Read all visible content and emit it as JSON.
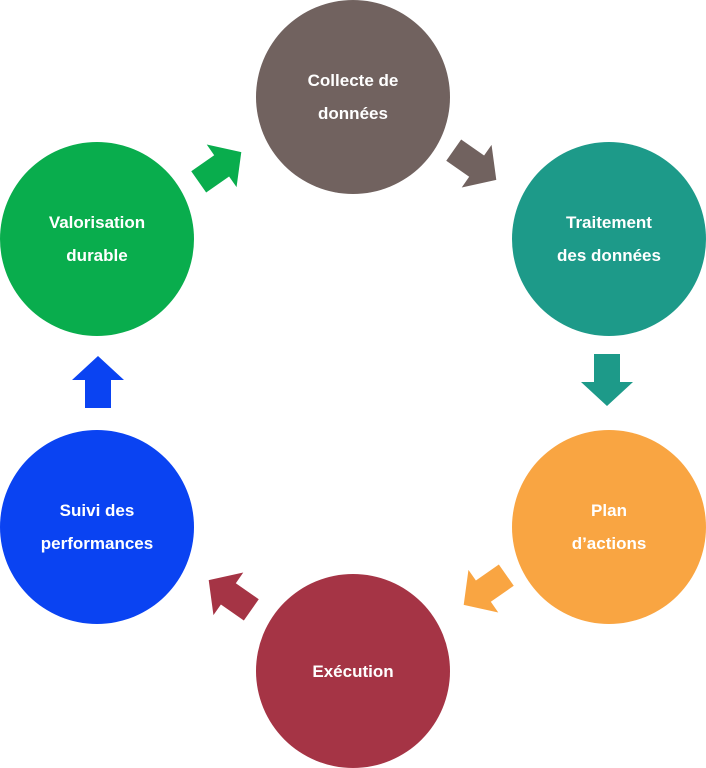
{
  "nodes": [
    {
      "id": "collecte",
      "label": "Collecte de\ndonnées",
      "color": "#71625f"
    },
    {
      "id": "traitement",
      "label": "Traitement\ndes données",
      "color": "#1d9a89"
    },
    {
      "id": "plan",
      "label": "Plan\nd’actions",
      "color": "#f9a542"
    },
    {
      "id": "execution",
      "label": "Exécution",
      "color": "#a53445"
    },
    {
      "id": "suivi",
      "label": "Suivi des\nperformances",
      "color": "#0a43f2"
    },
    {
      "id": "valorisation",
      "label": "Valorisation\ndurable",
      "color": "#09ad4d"
    }
  ],
  "arrows": [
    {
      "from": "collecte",
      "to": "traitement",
      "color": "#71625f"
    },
    {
      "from": "traitement",
      "to": "plan",
      "color": "#1d9a89"
    },
    {
      "from": "plan",
      "to": "execution",
      "color": "#f9a542"
    },
    {
      "from": "execution",
      "to": "suivi",
      "color": "#a53445"
    },
    {
      "from": "suivi",
      "to": "valorisation",
      "color": "#0a43f2"
    },
    {
      "from": "valorisation",
      "to": "collecte",
      "color": "#09ad4d"
    }
  ]
}
